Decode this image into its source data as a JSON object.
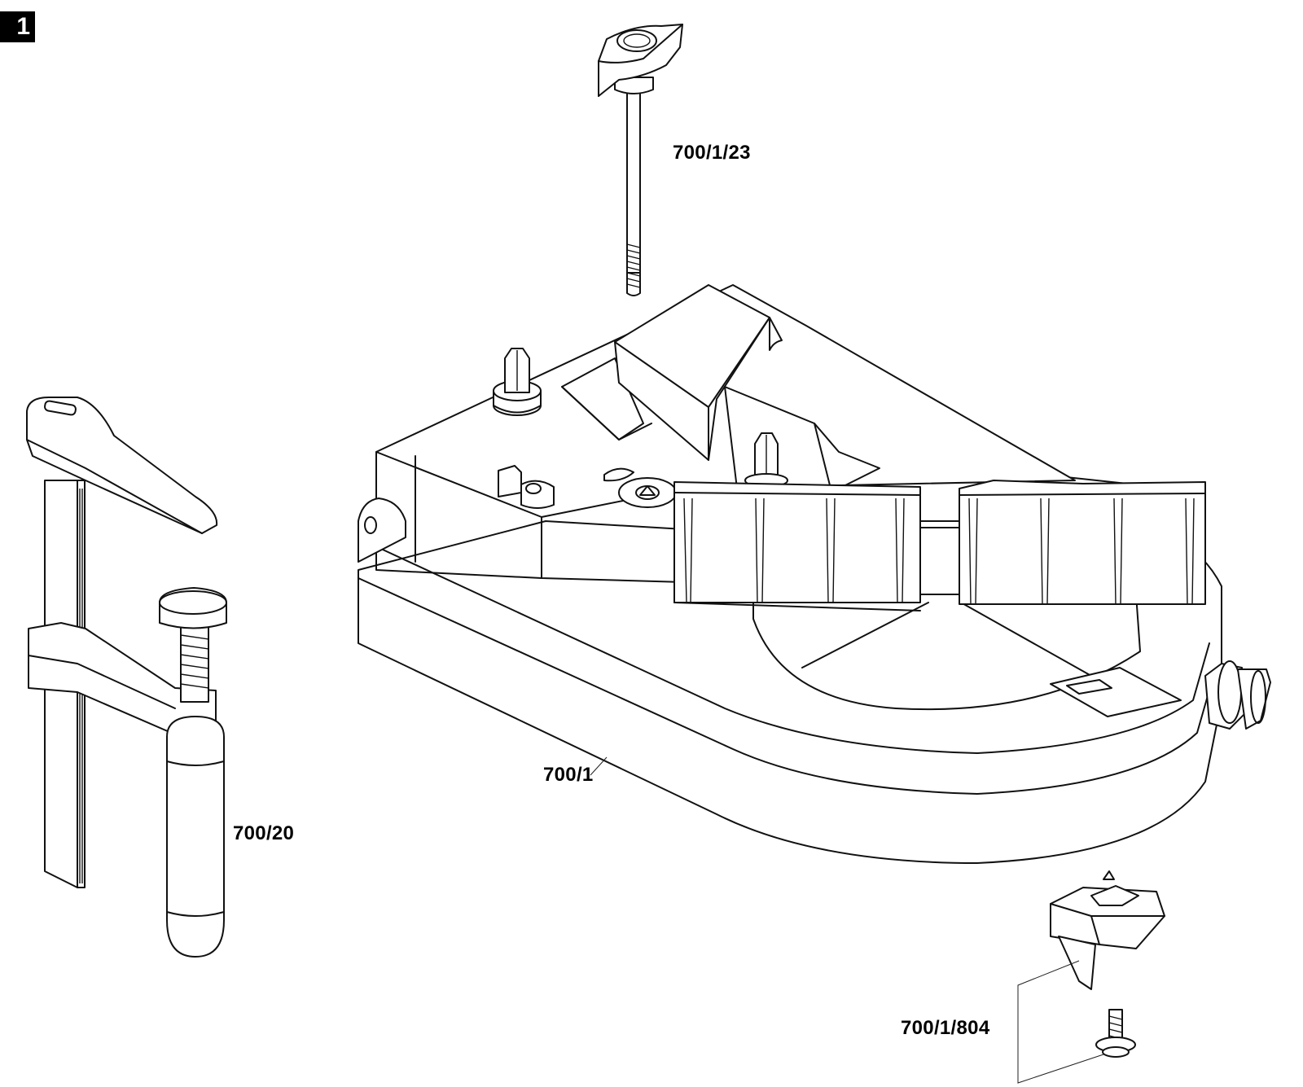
{
  "figure": {
    "number": "1"
  },
  "parts": {
    "bolt": {
      "code": "700/1/23"
    },
    "base": {
      "code": "700/1"
    },
    "clamp": {
      "code": "700/20"
    },
    "stop": {
      "code": "700/1/804"
    }
  }
}
